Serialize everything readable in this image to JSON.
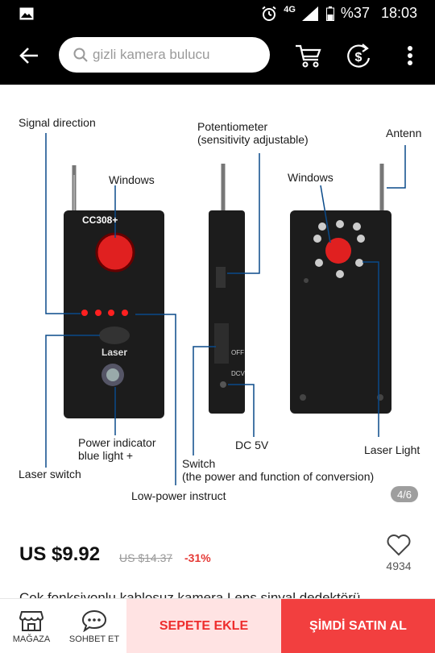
{
  "status_bar": {
    "network": "4G",
    "battery": "%37",
    "time": "18:03"
  },
  "app_bar": {
    "search_placeholder": "gizli kamera bulucu"
  },
  "product_image": {
    "labels": {
      "signal_direction": "Signal direction",
      "windows_left": "Windows",
      "potentiometer_line1": "Potentiometer",
      "potentiometer_line2": "(sensitivity adjustable)",
      "antenn": "Antenn",
      "windows_right": "Windows",
      "model": "CC308+",
      "laser": "Laser",
      "power_indicator_line1": "Power indicator",
      "power_indicator_line2": "blue light +",
      "laser_switch": "Laser switch",
      "dc5v": "DC 5V",
      "laser_light": "Laser Light",
      "switch_line1": "Switch",
      "switch_line2": "(the power and function of conversion)",
      "low_power": "Low-power instruct",
      "off": "OFF",
      "dcv": "DCV"
    },
    "counter": "4/6"
  },
  "product": {
    "price": "US $9.92",
    "old_price": "US $14.37",
    "discount": "-31%",
    "favorites": "4934",
    "title": "Çok fonksiyonlu kablosuz kamera Lens sinyal dedektörü"
  },
  "bottom_bar": {
    "store_label": "MAĞAZA",
    "chat_label": "SOHBET ET",
    "add_to_cart": "SEPETE EKLE",
    "buy_now": "ŞİMDİ SATIN AL"
  }
}
